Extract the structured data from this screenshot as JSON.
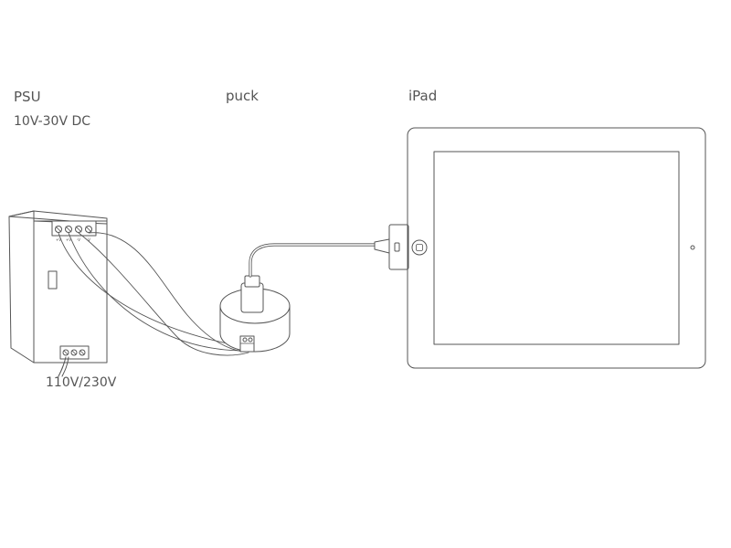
{
  "labels": {
    "psu": "PSU",
    "psu_voltage": "10V-30V DC",
    "puck": "puck",
    "ipad": "iPad",
    "mains_voltage": "110V/230V"
  },
  "terminals": {
    "markings": [
      "+V",
      "+V",
      "-V",
      "-V"
    ]
  },
  "colors": {
    "stroke": "#555555",
    "text": "#555555",
    "background": "#ffffff"
  }
}
